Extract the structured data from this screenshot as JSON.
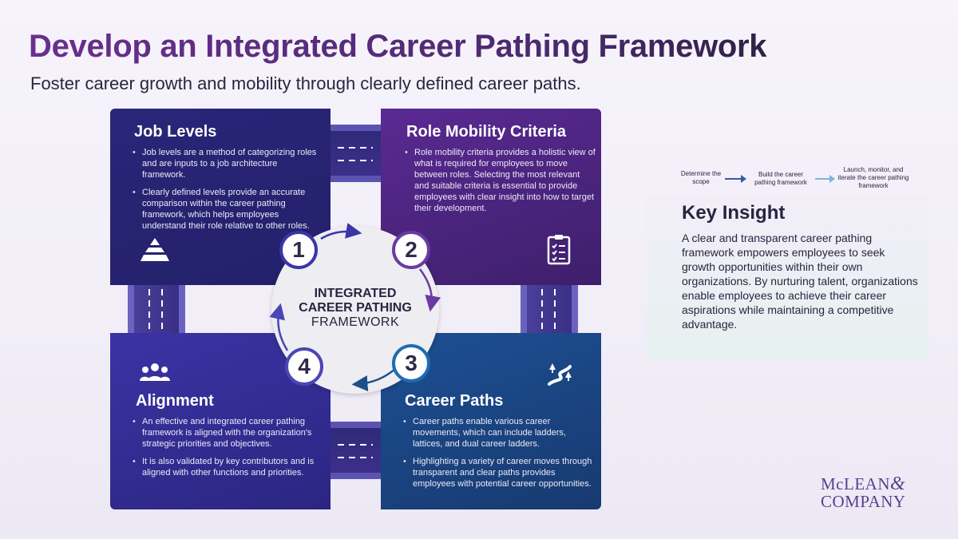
{
  "header": {
    "title": "Develop an Integrated Career Pathing Framework",
    "subtitle": "Foster career growth and mobility through clearly defined career paths."
  },
  "framework": {
    "hub": {
      "line1": "INTEGRATED",
      "line2": "CAREER PATHING",
      "line3": "FRAMEWORK"
    },
    "quadrants": [
      {
        "number": "1",
        "title": "Job Levels",
        "icon": "pyramid-icon",
        "bullets": [
          "Job levels are a method of categorizing roles and are inputs to a job architecture framework.",
          "Clearly defined levels provide an accurate comparison within the career pathing framework, which helps employees understand their role relative to other roles."
        ]
      },
      {
        "number": "2",
        "title": "Role Mobility Criteria",
        "icon": "clipboard-checklist-icon",
        "bullets": [
          "Role mobility criteria provides a holistic view of what is required for employees to move between roles. Selecting the most relevant and suitable criteria is essential to provide employees with clear insight into how to target their development."
        ]
      },
      {
        "number": "3",
        "title": "Career Paths",
        "icon": "path-trees-icon",
        "bullets": [
          "Career paths enable various career movements, which can include ladders, lattices, and dual career ladders.",
          "Highlighting a variety of career moves through transparent and clear paths provides employees with potential career opportunities."
        ]
      },
      {
        "number": "4",
        "title": "Alignment",
        "icon": "team-icon",
        "bullets": [
          "An effective and integrated career pathing framework is aligned with the organization's strategic priorities and objectives.",
          "It is also validated by key contributors and is aligned with other functions and priorities."
        ]
      }
    ]
  },
  "process": {
    "steps": [
      "Determine the scope",
      "Build the career pathing framework",
      "Launch, monitor, and iterate the career pathing framework"
    ]
  },
  "insight": {
    "title": "Key Insight",
    "body": "A clear and transparent career pathing framework empowers employees to seek growth opportunities within their own organizations. By nurturing talent, organizations enable employees to achieve their career aspirations while maintaining a competitive advantage."
  },
  "logo": {
    "line1": "McLEAN",
    "ampersand": "&",
    "line2": "COMPANY"
  },
  "colors": {
    "title": "#5b2d7f",
    "q1": "#2a2679",
    "q2": "#5a2a93",
    "q3": "#1d4f93",
    "q4": "#3b33a4",
    "logo": "#5b3f8e"
  }
}
